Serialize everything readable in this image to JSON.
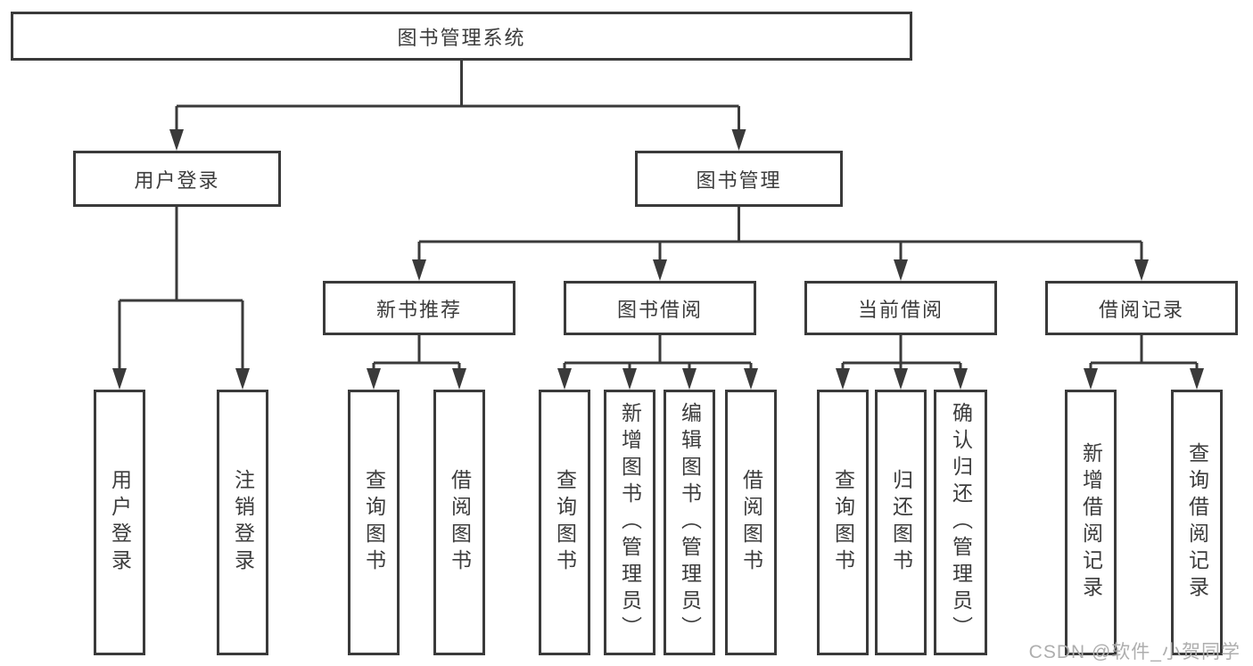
{
  "diagram": {
    "title": "图书管理系统",
    "root": {
      "label": "图书管理系统"
    },
    "level2": {
      "user_login": {
        "label": "用户登录"
      },
      "book_management": {
        "label": "图书管理"
      }
    },
    "user_login_children": {
      "login": {
        "label": "用户登录"
      },
      "logout": {
        "label": "注销登录"
      }
    },
    "level3": {
      "new_books": {
        "label": "新书推荐"
      },
      "borrowing": {
        "label": "图书借阅"
      },
      "current_borrow": {
        "label": "当前借阅"
      },
      "borrow_records": {
        "label": "借阅记录"
      }
    },
    "new_books_children": {
      "query_books": {
        "label": "查询图书"
      },
      "borrow_books": {
        "label": "借阅图书"
      }
    },
    "borrowing_children": {
      "query_books": {
        "label": "查询图书"
      },
      "add_books": {
        "label": "新增图书（管理员）"
      },
      "edit_books": {
        "label": "编辑图书（管理员）"
      },
      "borrow_books": {
        "label": "借阅图书"
      }
    },
    "current_borrow_children": {
      "query_books": {
        "label": "查询图书"
      },
      "return_books": {
        "label": "归还图书"
      },
      "confirm_return": {
        "label": "确认归还（管理员）"
      }
    },
    "borrow_records_children": {
      "add_record": {
        "label": "新增借阅记录"
      },
      "query_record": {
        "label": "查询借阅记录"
      }
    }
  },
  "watermark": {
    "text": "CSDN @软件_小贺同学",
    "color": "#aeaeae"
  },
  "colors": {
    "stroke": "#3a3a3a",
    "text": "#3c3c3c",
    "background": "#ffffff"
  }
}
